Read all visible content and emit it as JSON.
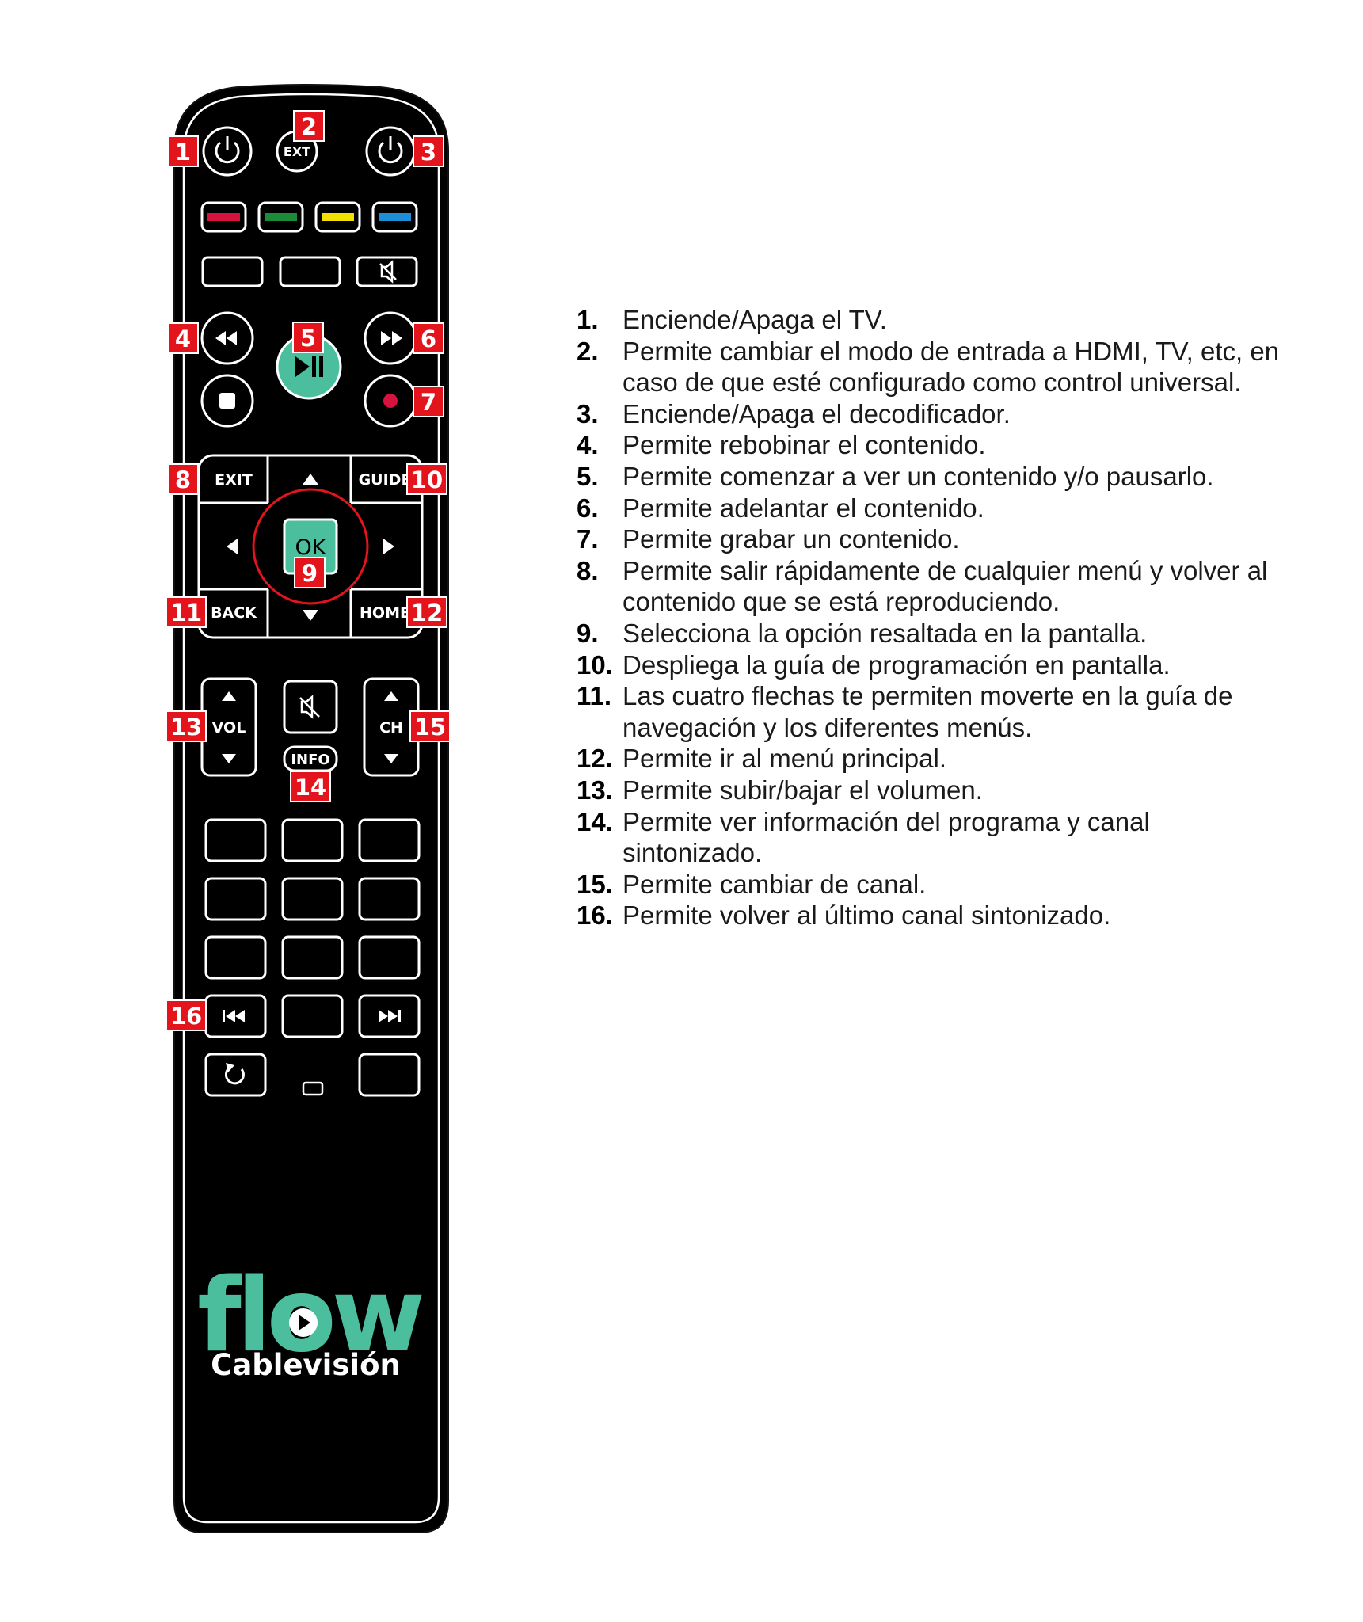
{
  "remote": {
    "buttons": {
      "ext": "EXT",
      "ok": "OK",
      "exit": "EXIT",
      "guide": "GUIDE",
      "back": "BACK",
      "home": "HOME",
      "vol": "VOL",
      "ch": "CH",
      "info": "INFO"
    },
    "colors": {
      "red": "#d6123f",
      "green": "#1a8c3a",
      "yellow": "#f2e000",
      "blue": "#1d8fd6",
      "teal": "#4bbf9d",
      "callout": "#e3141c"
    },
    "callouts": [
      "1",
      "2",
      "3",
      "4",
      "5",
      "6",
      "7",
      "8",
      "9",
      "10",
      "11",
      "12",
      "13",
      "14",
      "15",
      "16"
    ]
  },
  "logo": {
    "brand": "flow",
    "name": "Cablevisión"
  },
  "legend": [
    {
      "n": "1.",
      "text": "Enciende/Apaga el TV."
    },
    {
      "n": "2.",
      "text": "Permite cambiar el modo de entrada a HDMI, TV, etc, en caso de que esté configurado como control universal."
    },
    {
      "n": "3.",
      "text": "Enciende/Apaga el decodificador."
    },
    {
      "n": "4.",
      "text": "Permite rebobinar el contenido."
    },
    {
      "n": "5.",
      "text": "Permite comenzar a ver un contenido y/o pausarlo."
    },
    {
      "n": "6.",
      "text": "Permite adelantar el contenido."
    },
    {
      "n": "7.",
      "text": "Permite grabar un contenido."
    },
    {
      "n": "8.",
      "text": "Permite salir rápidamente de cualquier menú y volver al contenido que se está reproduciendo."
    },
    {
      "n": "9.",
      "text": "Selecciona la opción resaltada en la pantalla."
    },
    {
      "n": "10.",
      "text": "Despliega la guía de programación en pantalla."
    },
    {
      "n": "11.",
      "text": "Las cuatro flechas te permiten moverte en la guía de navegación y los diferentes menús."
    },
    {
      "n": "12.",
      "text": "Permite ir al menú principal."
    },
    {
      "n": "13.",
      "text": "Permite subir/bajar el volumen."
    },
    {
      "n": "14.",
      "text": "Permite ver información del programa y canal sintonizado."
    },
    {
      "n": "15.",
      "text": "Permite cambiar de canal."
    },
    {
      "n": "16.",
      "text": "Permite volver al último canal sintonizado."
    }
  ]
}
